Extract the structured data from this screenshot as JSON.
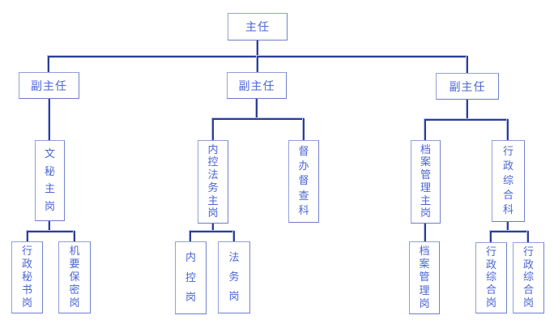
{
  "diagram": {
    "type": "org-chart",
    "colors": {
      "background": "#ffffff",
      "connector_line": "#2c3e94",
      "connector_highlight": "#b7c0ec",
      "box_border": "#93a0da",
      "text": "#4b66d6"
    },
    "nodes": {
      "director": "主任",
      "deputy_left": "副主任",
      "deputy_middle": "副主任",
      "deputy_right": "副主任",
      "secretarial_chief": "文秘主岗",
      "internal_control_legal_chief": "内控法务主岗",
      "supervision_section": "督办督查科",
      "archives_mgmt_chief": "档案管理主岗",
      "admin_general_section": "行政综合科",
      "admin_secretary": "行政秘书岗",
      "confidential_security": "机要保密岗",
      "internal_control": "内控岗",
      "legal_affairs": "法务岗",
      "archives_mgmt": "档案管理岗",
      "admin_general_1": "行政综合岗",
      "admin_general_2": "行政综合岗"
    },
    "edges": [
      {
        "from": "主任",
        "to": [
          "副主任(左)",
          "副主任(中)",
          "副主任(右)"
        ]
      },
      {
        "from": "副主任(左)",
        "to": [
          "文秘主岗"
        ]
      },
      {
        "from": "文秘主岗",
        "to": [
          "行政秘书岗",
          "机要保密岗"
        ]
      },
      {
        "from": "副主任(中)",
        "to": [
          "内控法务主岗",
          "督办督查科"
        ]
      },
      {
        "from": "内控法务主岗",
        "to": [
          "内控岗",
          "法务岗"
        ]
      },
      {
        "from": "副主任(右)",
        "to": [
          "档案管理主岗",
          "行政综合科"
        ]
      },
      {
        "from": "档案管理主岗",
        "to": [
          "档案管理岗"
        ]
      },
      {
        "from": "行政综合科",
        "to": [
          "行政综合岗",
          "行政综合岗"
        ]
      }
    ]
  }
}
